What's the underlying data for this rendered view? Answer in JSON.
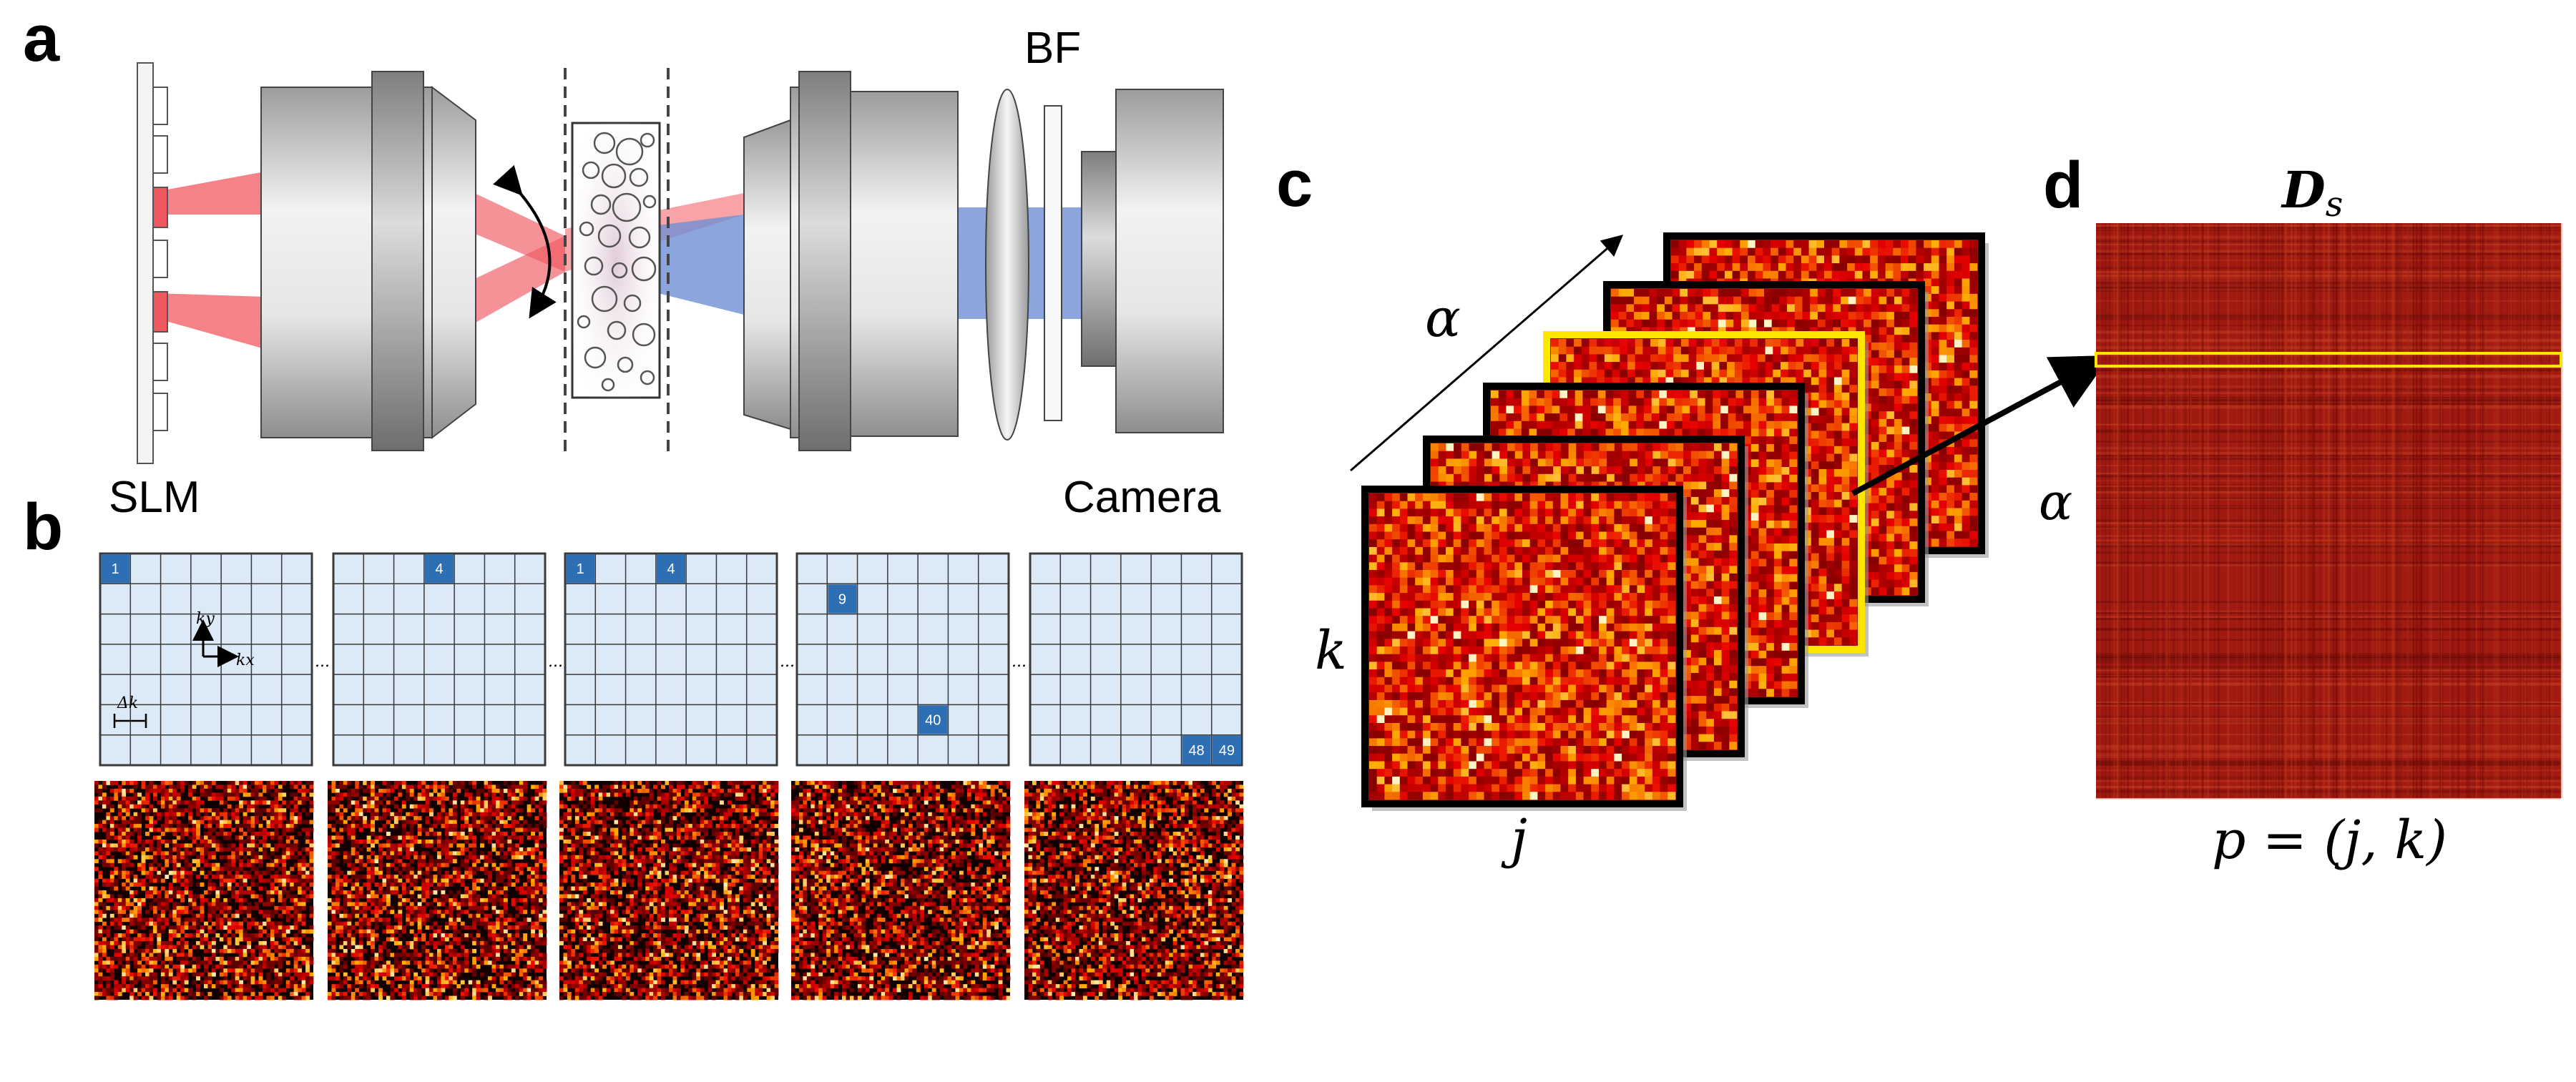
{
  "panels": {
    "a": {
      "label": "a",
      "slm_label": "SLM",
      "bf_label": "BF",
      "camera_label": "Camera",
      "colors": {
        "illumination": "#f0585f",
        "scattered": "#6f8fd4",
        "lens_body": "#c8c8c8"
      }
    },
    "b": {
      "label": "b",
      "grid_size": 7,
      "patterns": [
        {
          "active": [
            1
          ]
        },
        {
          "active": [
            4
          ]
        },
        {
          "active": [
            1,
            4
          ]
        },
        {
          "active": [
            9,
            40
          ]
        },
        {
          "active": [
            48,
            49
          ]
        }
      ],
      "ellipsis": "...",
      "ky_label": "ky",
      "kx_label": "kx",
      "dk_label": "Δk",
      "colors": {
        "grid_bg": "#dce9f6",
        "grid_line": "#3a3a3a",
        "active_cell": "#2e6fb3"
      }
    },
    "c": {
      "label": "c",
      "alpha_label": "α",
      "k_label": "k",
      "j_label": "j",
      "stack_count": 6,
      "highlight_index": 3,
      "colors": {
        "highlight": "#ffe600"
      }
    },
    "d": {
      "label": "d",
      "title_main": "D",
      "title_sub": "s",
      "alpha_label": "α",
      "x_label": "p = (j, k)",
      "colors": {
        "matrix_base": "#a01a12",
        "highlight": "#ffe600"
      }
    }
  }
}
